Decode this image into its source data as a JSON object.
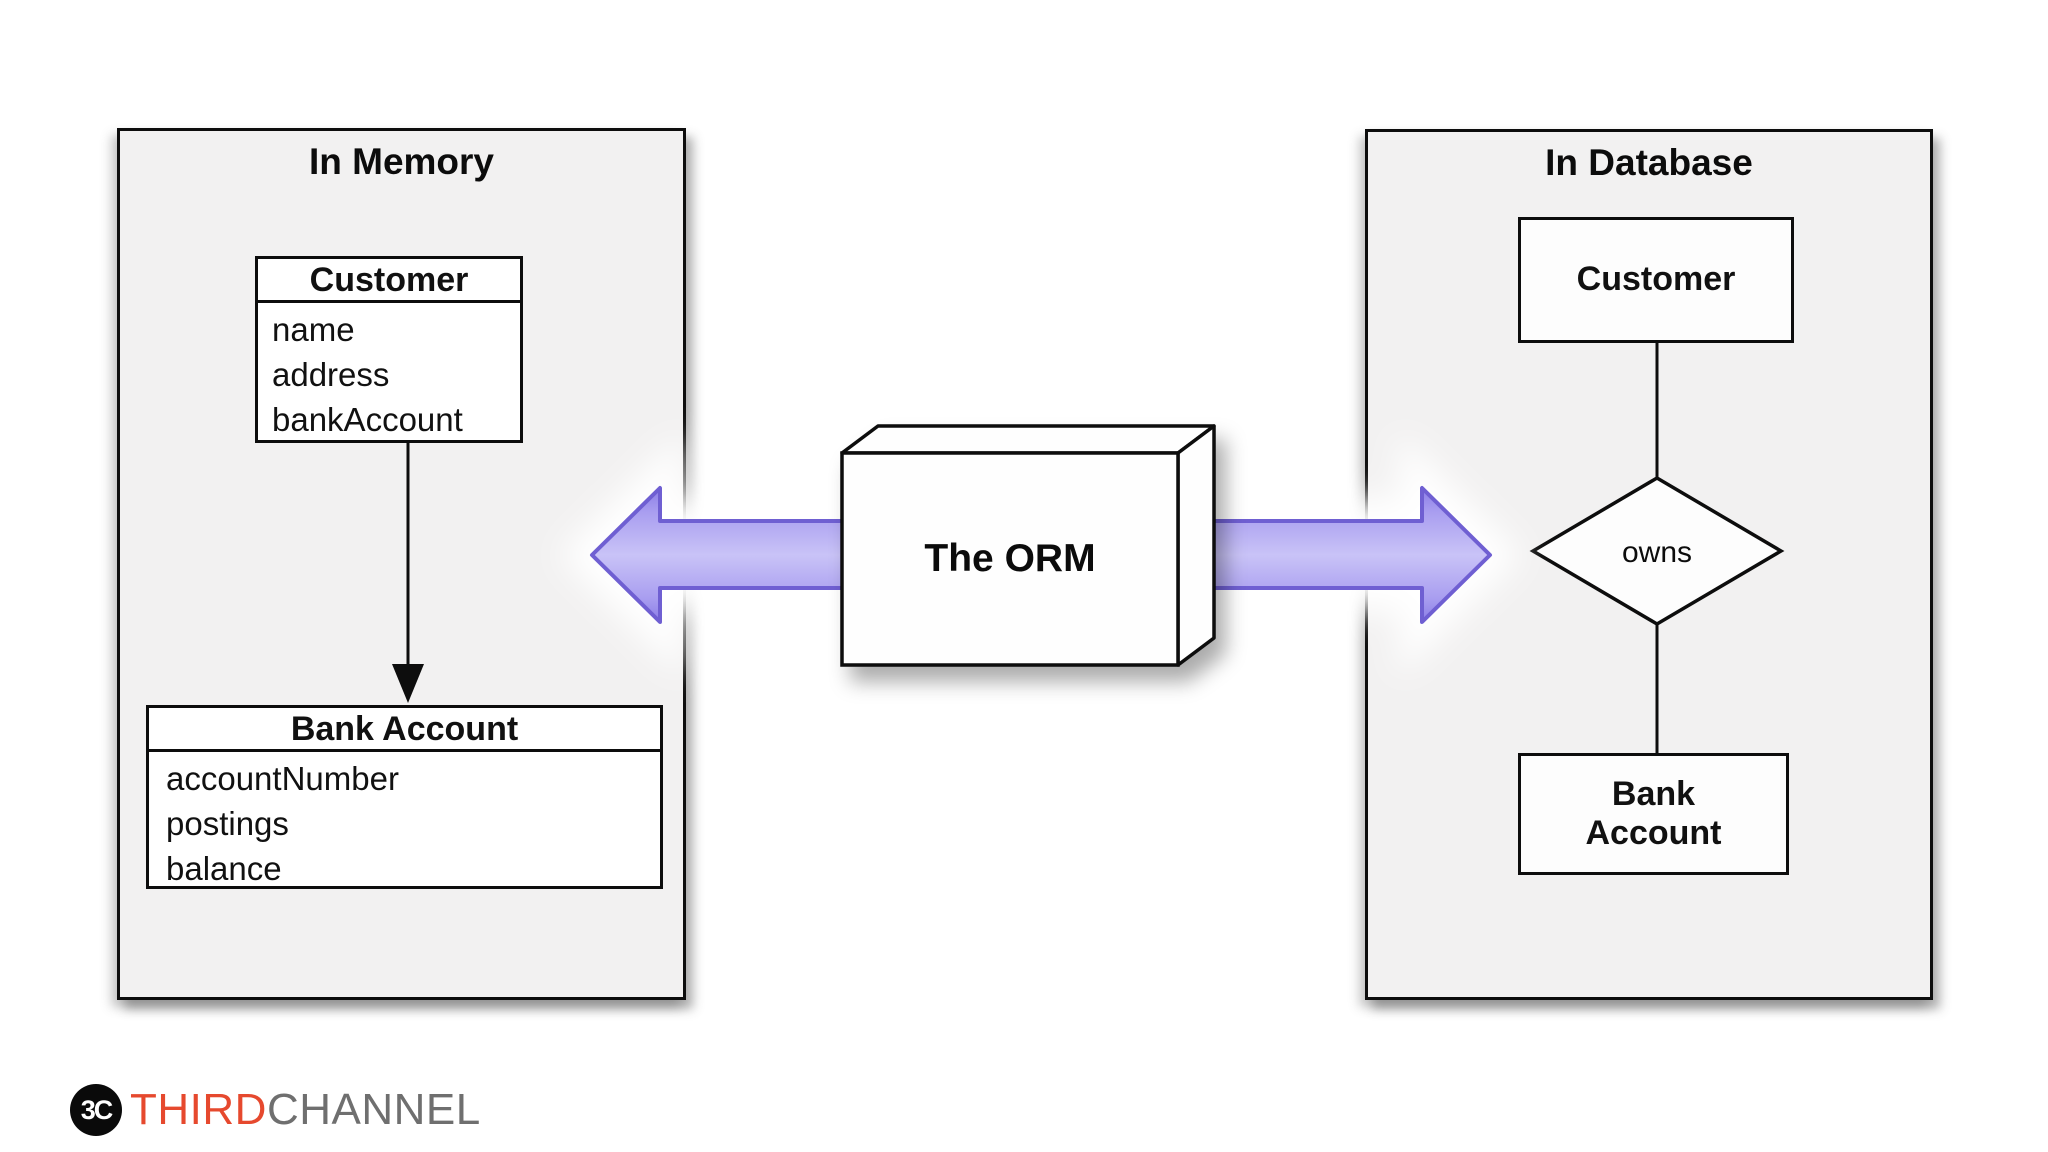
{
  "panels": {
    "memory": {
      "title": "In Memory"
    },
    "database": {
      "title": "In Database"
    }
  },
  "memory_classes": {
    "customer": {
      "title": "Customer",
      "fields": [
        "name",
        "address",
        "bankAccount"
      ]
    },
    "bank_account": {
      "title": "Bank Account",
      "fields": [
        "accountNumber",
        "postings",
        "balance"
      ]
    }
  },
  "orm": {
    "label": "The ORM"
  },
  "database_entities": {
    "customer": {
      "label": "Customer"
    },
    "relationship": {
      "label": "owns"
    },
    "bank_account": {
      "label": "Bank Account"
    }
  },
  "logo": {
    "mark": "3C",
    "first": "THIRD",
    "second": "CHANNEL"
  },
  "colors": {
    "arrow_fill_mid": "#c9c3f7",
    "arrow_fill_edge": "#8b7de6",
    "arrow_border": "#6f5fd2",
    "panel_fill": "#f2f1f1",
    "logo_red": "#e6492e",
    "logo_gray": "#6f6f6f"
  }
}
